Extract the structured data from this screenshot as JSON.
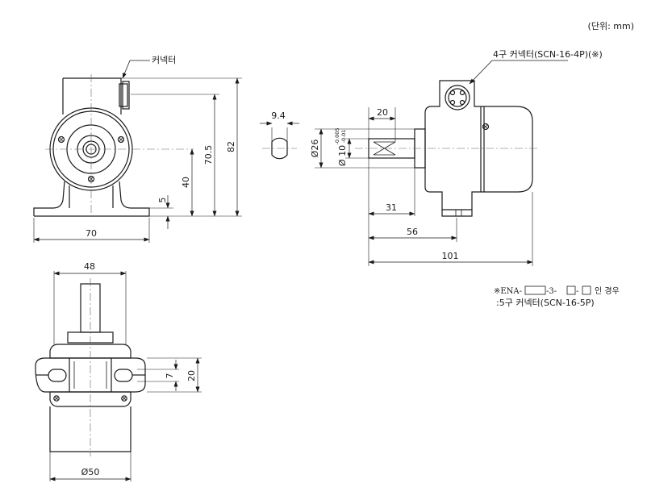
{
  "unit_note": "(단위: mm)",
  "front_view": {
    "connector_label": "커넥터",
    "dim_width": "70",
    "dim_base": "5",
    "dim_center_height": "40",
    "dim_connector_height": "70.5",
    "dim_total_height": "82"
  },
  "shaft_section": {
    "dim_flat": "9.4"
  },
  "side_view": {
    "connector_label": "4구 커넥터(SCN-16-4P)(※)",
    "dim_shaft_length": "20",
    "dim_boss_dia": "Ø26",
    "dim_shaft_dia": "Ø 10",
    "tol_upper": "-0.005",
    "tol_lower": "-0.01",
    "dim_31": "31",
    "dim_56": "56",
    "dim_101": "101"
  },
  "note": {
    "line1_prefix": "※ENA-",
    "line1_mid1": "-3-",
    "line1_mid2": "-",
    "line1_suffix": "인 경우",
    "line2": ":5구 커넥터(SCN-16-5P)"
  },
  "top_view": {
    "dim_width": "48",
    "dim_slot": "7",
    "dim_slot_outer": "20",
    "dim_body_dia": "Ø50"
  }
}
